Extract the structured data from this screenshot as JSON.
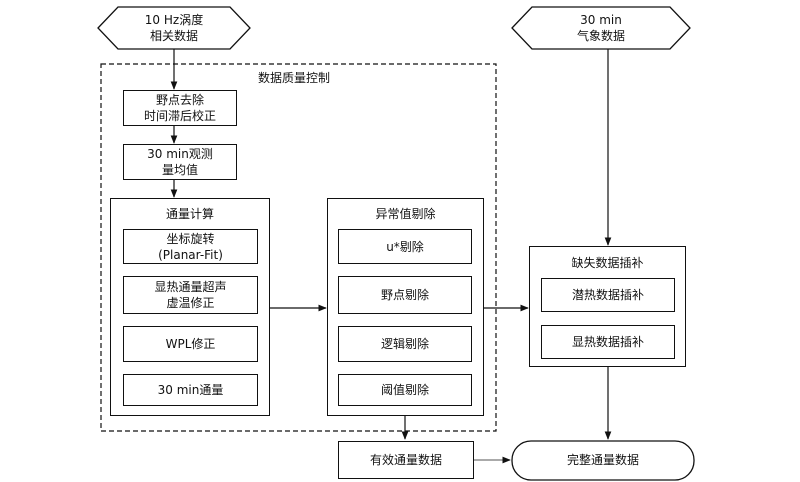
{
  "inputs": {
    "eddy": "10 Hz涡度\n相关数据",
    "weather": "30 min\n气象数据"
  },
  "quality_control": {
    "title": "数据质量控制",
    "preprocess": [
      "野点去除\n时间滞后校正",
      "30 min观测\n量均值"
    ],
    "flux_calc": {
      "title": "通量计算",
      "steps": [
        "坐标旋转\n(Planar-Fit)",
        "显热通量超声\n虚温修正",
        "WPL修正",
        "30 min通量"
      ]
    },
    "outlier": {
      "title": "异常值剔除",
      "steps": [
        "u*剔除",
        "野点剔除",
        "逻辑剔除",
        "阈值剔除"
      ]
    }
  },
  "gap_fill": {
    "title": "缺失数据插补",
    "steps": [
      "潜热数据插补",
      "显热数据插补"
    ]
  },
  "outputs": {
    "valid": "有效通量数据",
    "complete": "完整通量数据"
  }
}
